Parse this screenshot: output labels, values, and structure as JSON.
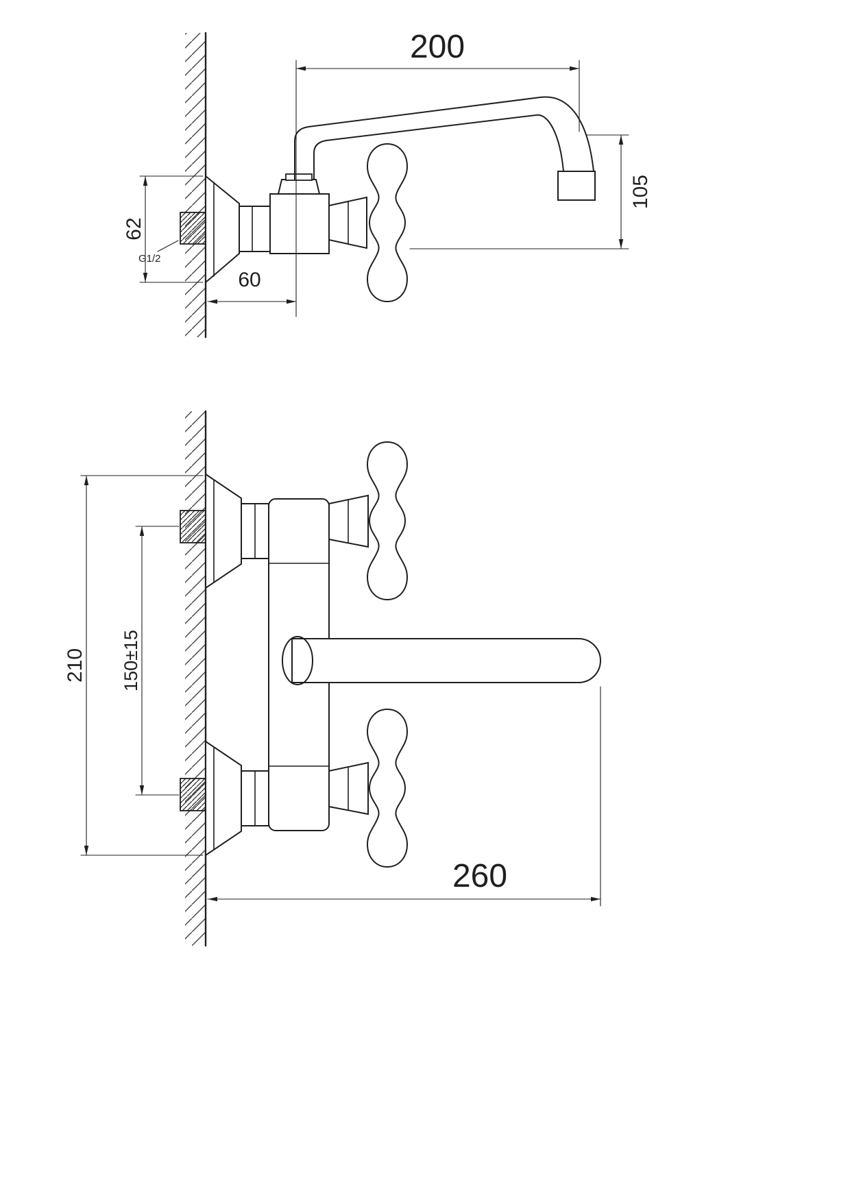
{
  "canvas": {
    "bg": "#ffffff",
    "ink": "#1f1f1f"
  },
  "dims": {
    "spout_reach": "200",
    "spout_height": "105",
    "flange_size": "62",
    "wall_offset": "60",
    "thread": "G1/2",
    "mount_height": "210",
    "supply_centers": "150±15",
    "overall_reach": "260"
  }
}
